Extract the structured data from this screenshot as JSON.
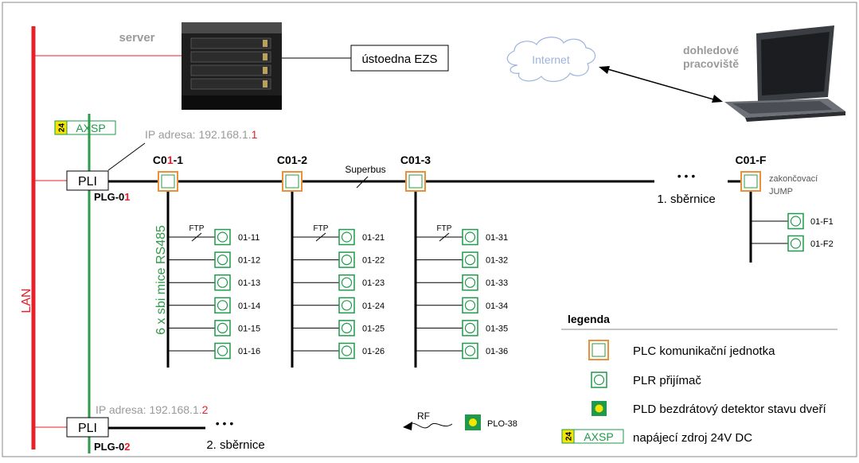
{
  "colors": {
    "lan": "#e8202a",
    "bus_green": "#2f9a47",
    "plc_border": "#e8913a",
    "plr_green": "#1f9a4a",
    "gray_text": "#9a9a9a",
    "red_text": "#e8202a",
    "axsp_yellow": "#f4e600"
  },
  "lan_label": "LAN",
  "server": {
    "label": "server",
    "icon": "server-cabinet-icon"
  },
  "central_unit": "ústoedna EZS",
  "internet": "Internet",
  "workstation": {
    "line1": "dohledové",
    "line2": "pracoviště",
    "icon": "laptop-icon"
  },
  "axsp_top": {
    "badge": "24",
    "label": "AXSP"
  },
  "ip1": {
    "prefix": "IP adresa: 192.168.1.",
    "suffix": "1"
  },
  "ip2": {
    "prefix": "IP adresa: 192.168.1.",
    "suffix": "2"
  },
  "pli1": "PLI",
  "pli2": "PLI",
  "plg1": {
    "prefix": "PLG-0",
    "suffix": "1"
  },
  "plg2": {
    "prefix": "PLG-0",
    "suffix": "2"
  },
  "superbus": "Superbus",
  "bus1": {
    "dots": "• • •",
    "label": "1. sběrnice"
  },
  "bus2": {
    "dots": "• • •",
    "label": "2. sběrnice"
  },
  "vertical_label": "6 x sbi mice RS485",
  "ftp": "FTP",
  "controllers": [
    {
      "id": "c01-1",
      "pre": "C0",
      "red": "1",
      "post": "-1"
    },
    {
      "id": "c01-2",
      "label": "C01-2"
    },
    {
      "id": "c01-3",
      "label": "C01-3"
    },
    {
      "id": "c01-f",
      "label": "C01-F"
    }
  ],
  "terminator": {
    "line1": "zakončovací",
    "line2": "JUMP"
  },
  "receivers": {
    "col1": [
      "01-11",
      "01-12",
      "01-13",
      "01-14",
      "01-15",
      "01-16"
    ],
    "col2": [
      "01-21",
      "01-22",
      "01-23",
      "01-24",
      "01-25",
      "01-26"
    ],
    "col3": [
      "01-31",
      "01-32",
      "01-33",
      "01-34",
      "01-35",
      "01-36"
    ],
    "colF": [
      "01-F1",
      "01-F2"
    ]
  },
  "rf": {
    "label": "RF",
    "device": "PLO-38"
  },
  "legend": {
    "title": "legenda",
    "plc": "PLC komunikační jednotka",
    "plr": "PLR přijímač",
    "pld": "PLD bezdrátový detektor stavu dveří",
    "axsp_badge": "24",
    "axsp_label": "AXSP",
    "axsp_desc": "napájecí zdroj 24V DC"
  }
}
